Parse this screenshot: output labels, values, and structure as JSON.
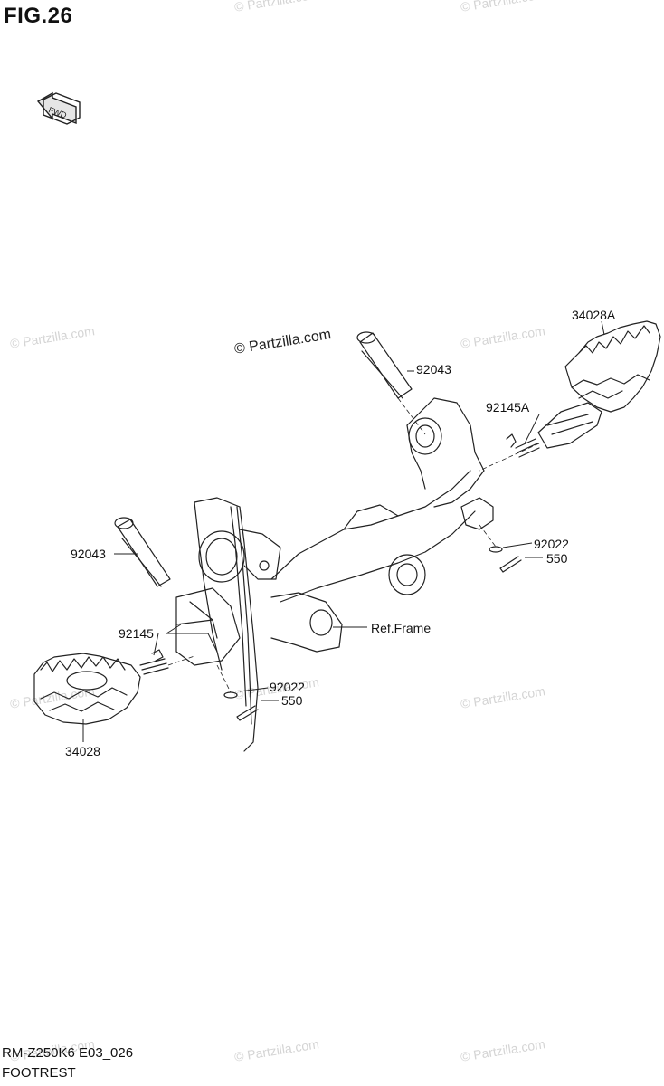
{
  "header": {
    "title": "FIG.26"
  },
  "fwd_icon": {
    "icon": "fwd-arrow-icon",
    "text": "FWD"
  },
  "watermarks": {
    "main": "© Partzilla.com",
    "faint": "© Partzilla.com"
  },
  "callouts": {
    "pin_right": "92043",
    "step_right": "34028A",
    "spring_right": "92145A",
    "washer_right": "92022",
    "cotter_right": "550",
    "pin_left": "92043",
    "spring_left": "92145",
    "ref_frame": "Ref.Frame",
    "washer_left": "92022",
    "cotter_left": "550",
    "step_left": "34028"
  },
  "footer": {
    "code": "RM-Z250K6 E03_026",
    "name": "FOOTREST"
  }
}
